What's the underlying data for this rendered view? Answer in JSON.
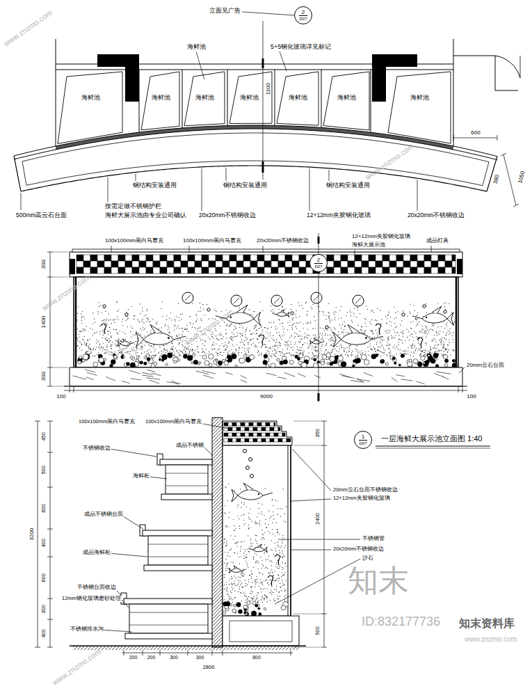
{
  "diagram": {
    "title": "一层海鲜大展示池立面图 1:40",
    "nodes": [
      {
        "text": [
          "海鲜池"
        ]
      },
      {
        "text": [
          "海鲜池"
        ]
      },
      {
        "text": [
          "海鲜池"
        ]
      },
      {
        "text": [
          "海鲜池"
        ]
      },
      {
        "text": [
          "海鲜池"
        ]
      },
      {
        "text": [
          "海鲜池"
        ]
      },
      {
        "text": [
          "海鲜池"
        ]
      },
      {
        "text": [
          "2",
          "D07"
        ]
      },
      {
        "text": [
          "2",
          "D07"
        ]
      },
      {
        "text": [
          "1",
          "D07"
        ]
      }
    ],
    "labels": [
      "立面见广告",
      "海鲜池",
      "5+5钢化玻璃详见标记",
      "1100",
      "600",
      "380",
      "1050",
      "钢结构安装通用",
      "钢结构安装通用",
      "钢结构安装通用",
      "500mm高云石台面",
      "按需定做不锈钢护栏",
      "海鲜大展示池由专业公司确认",
      "20x20mm不锈钢收边",
      "12+12mm夹胶钢化玻璃",
      "20x20mm不锈钢收边",
      "100x100mm黑白马赛克",
      "100x100mm黑白马赛克",
      "20x20mm不锈钢收边",
      "12+12mm夹胶钢化玻璃",
      "海鲜大展示池",
      "成品灯具",
      "300",
      "1400",
      "300",
      "100",
      "9000",
      "100",
      "20mm云石台面",
      "100x100mm黑白马赛克",
      "100x100mm黑白马赛克",
      "不锈钢收边",
      "成品不锈钢",
      "海鲜柜",
      "成品不锈钢台面",
      "成品海鲜柜",
      "不锈钢台面收边",
      "12mm钢化玻璃磨砂处理",
      "不锈钢排水沟",
      "3200",
      "450",
      "500",
      "600",
      "400",
      "600",
      "300",
      "400",
      "350",
      "2400",
      "500",
      "20mm云石台面不锈钢收边",
      "12+12mm夹胶钢化玻璃",
      "不锈钢管",
      "20x20mm不锈钢收边",
      "沙石",
      "200",
      "200",
      "300",
      "300",
      "800",
      "2800",
      "www.znzmo.com",
      "www.znzmo.com",
      "www.znzmo.com",
      "www.znzmo.com",
      "www.znzmo.com",
      "知末",
      "ID:832177736",
      "知末资料库",
      "www.znzmo.com"
    ]
  }
}
